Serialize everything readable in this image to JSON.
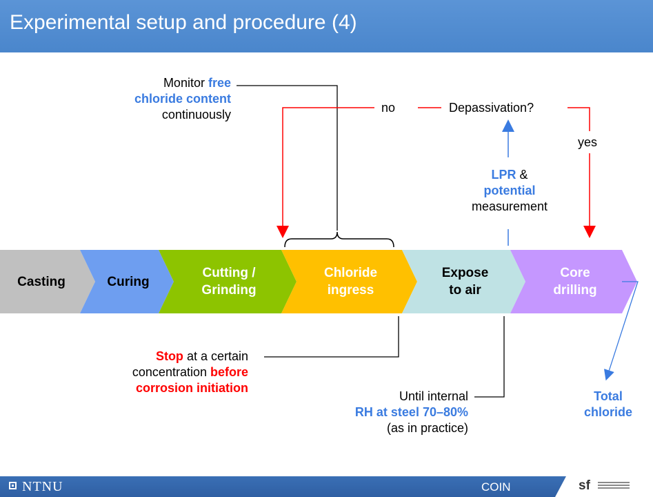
{
  "slide": {
    "title": "Experimental setup and procedure (4)"
  },
  "footer": {
    "ntnu": "NTNU",
    "coin": "COIN",
    "sfi": "sf"
  },
  "process_steps": [
    {
      "line1": "Casting",
      "line2": "",
      "color": "#c0c0c0",
      "text_color": "#000000"
    },
    {
      "line1": "Curing",
      "line2": "",
      "color": "#6e9ef0",
      "text_color": "#000000"
    },
    {
      "line1": "Cutting /",
      "line2": "Grinding",
      "color": "#8dc400",
      "text_color": "#ffffff"
    },
    {
      "line1": "Chloride",
      "line2": "ingress",
      "color": "#ffc000",
      "text_color": "#ffffff"
    },
    {
      "line1": "Expose",
      "line2": "to air",
      "color": "#bfe2e4",
      "text_color": "#000000"
    },
    {
      "line1": "Core",
      "line2": "drilling",
      "color": "#c597ff",
      "text_color": "#ffffff"
    }
  ],
  "annotations": {
    "monitor": {
      "a": "Monitor ",
      "b": "free",
      "c": "chloride content",
      "d": "continuously"
    },
    "no": "no",
    "depassivation": "Depassivation?",
    "yes": "yes",
    "lpr": {
      "a": "LPR",
      "b": " &",
      "c": "potential",
      "d": "measurement"
    },
    "stop": {
      "a": "Stop",
      "b": " at a certain",
      "c": "concentration ",
      "d": "before",
      "e": "corrosion initiation"
    },
    "until": {
      "a": "Until internal",
      "b": "RH at steel 70–80%",
      "c": "(as in practice)"
    },
    "total": {
      "a": "Total",
      "b": "chloride"
    }
  },
  "colors": {
    "title_bar": "#4a86cc",
    "accent_blue": "#3a7be0",
    "accent_red": "#ff0000",
    "footer": "#2f5fa3"
  }
}
